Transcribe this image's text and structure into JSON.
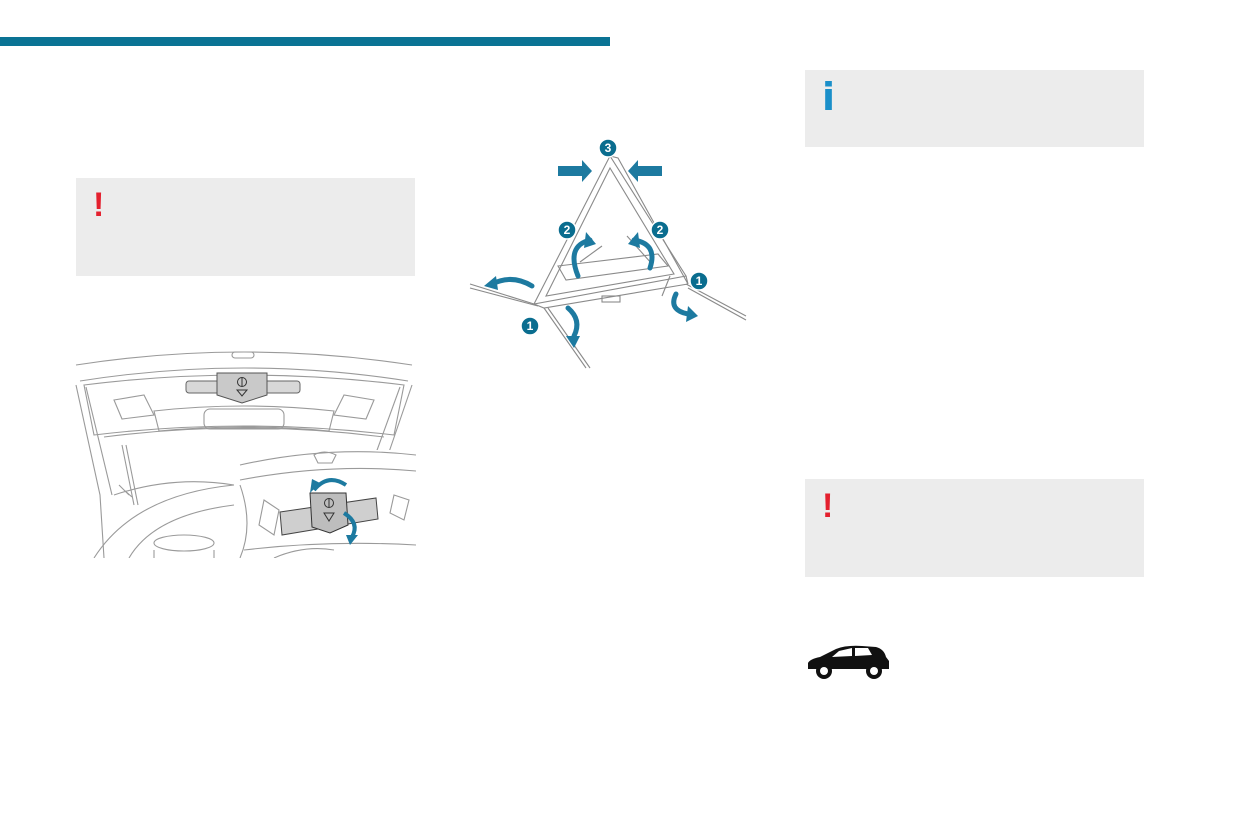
{
  "page": {
    "accent_color": "#0a7394",
    "warning_color": "#e4202e",
    "info_color": "#1a8fc9",
    "box_color": "#ececec"
  },
  "warning_box_left": {
    "icon": "exclamation-icon",
    "symbol": "!"
  },
  "info_box": {
    "icon": "info-icon",
    "symbol": "i"
  },
  "warning_box_right": {
    "icon": "exclamation-icon",
    "symbol": "!"
  },
  "triangle_diagram": {
    "callouts": [
      "3",
      "2",
      "2",
      "1",
      "1"
    ]
  },
  "boot_illustration": {
    "icon": "warning-triangle-storage-icon"
  },
  "vehicle": {
    "icon": "car-suv-icon"
  }
}
